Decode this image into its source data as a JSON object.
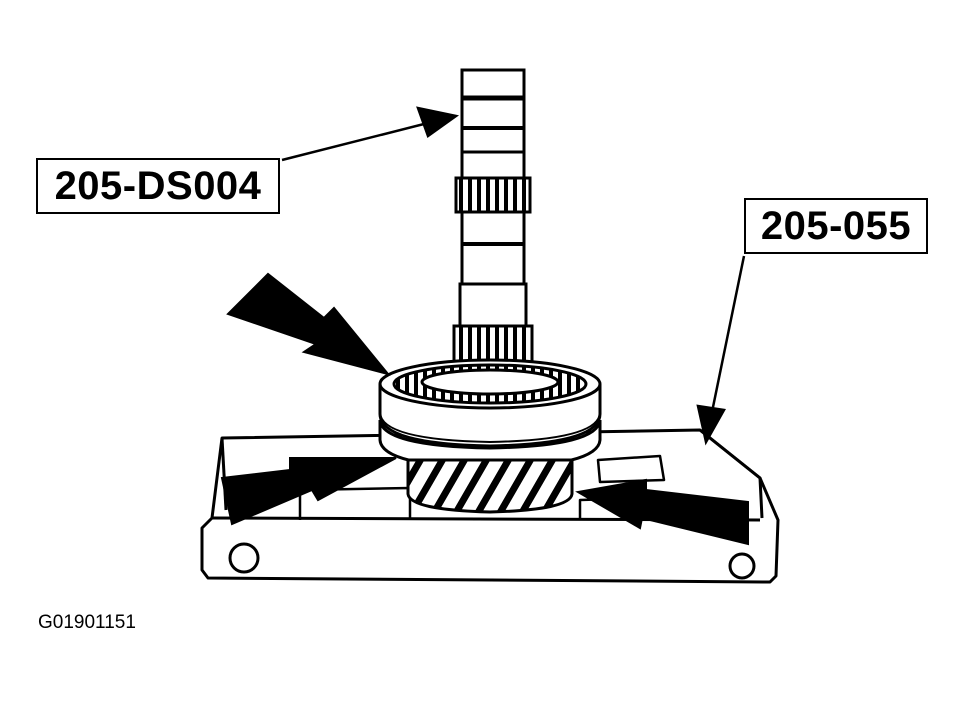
{
  "callouts": {
    "tool_a": "205-DS004",
    "tool_b": "205-055"
  },
  "figure_id": "G01901151",
  "colors": {
    "ink": "#000000",
    "paper": "#ffffff"
  }
}
